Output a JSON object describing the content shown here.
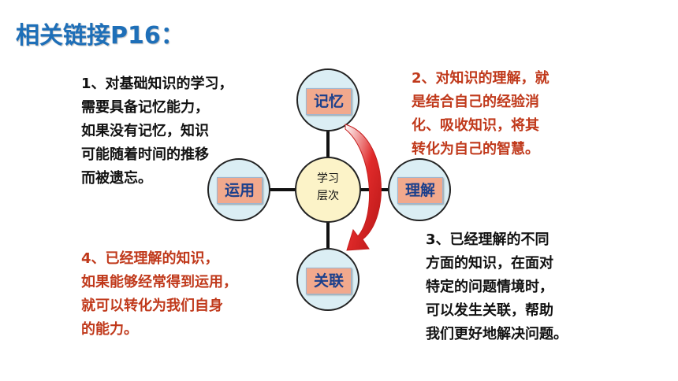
{
  "title": "相关链接P16：",
  "center": {
    "line1": "学习",
    "line2": "层次"
  },
  "nodes": {
    "memory": "记忆",
    "understand": "理解",
    "relate": "关联",
    "apply": "运用"
  },
  "paragraphs": {
    "p1": [
      "1、对基础知识的学习，",
      "需要具备记忆能力，",
      "如果没有记忆，知识",
      "可能随着时间的推移",
      "而被遗忘。"
    ],
    "p2": [
      "2、对知识的理解，就",
      "是结合自己的经验消",
      "化、吸收知识，将其",
      "转化为自己的智慧。"
    ],
    "p3": [
      "3、已经理解的不同",
      "方面的知识，在面对",
      "特定的问题情境时，",
      "可以发生关联，帮助",
      "我们更好地解决问题。"
    ],
    "p4": [
      "4、已经理解的知识，",
      "如果能够经常得到运用，",
      "就可以转化为我们自身",
      "的能力。"
    ]
  },
  "colors": {
    "title": "#1e6fb8",
    "node_circle_fill": "#dbeef4",
    "node_label_fill": "#f1a98d",
    "node_label_text": "#1a3f8c",
    "center_fill": "#fcf3c8",
    "arrow": "#d42020",
    "red_text": "#c0391b"
  }
}
